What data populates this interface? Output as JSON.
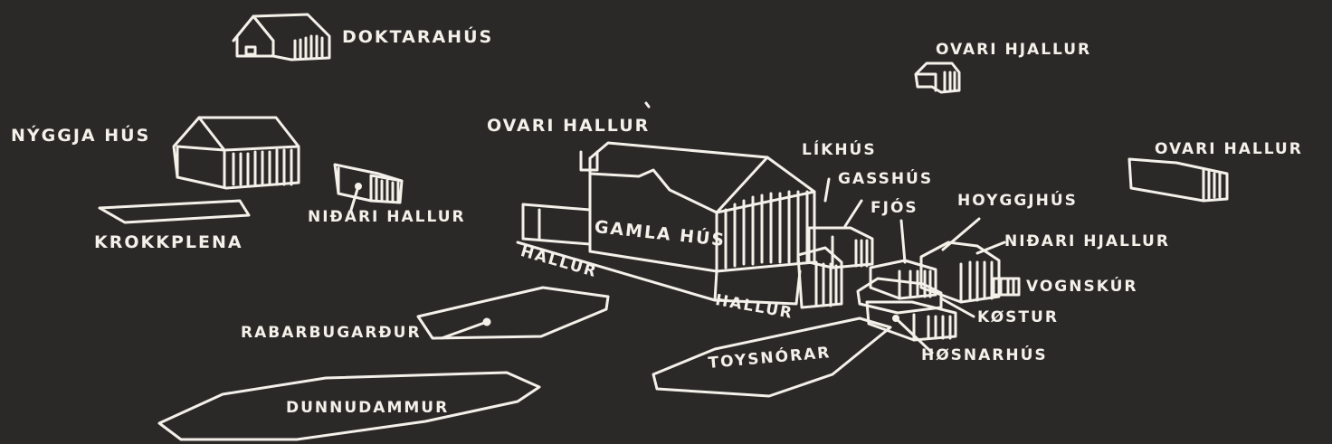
{
  "colors": {
    "background": "#2b2928",
    "ink": "#f4f1ea"
  },
  "labels": {
    "doktarahus": "DOKTARAHÚS",
    "ovari_hjallur": "OVARI HJALLUR",
    "nyggja_hus": "NÝGGJA HÚS",
    "ovari_hallur_center": "OVARI HALLUR",
    "ovari_hallur_right": "OVARI HALLUR",
    "likhus": "LÍKHÚS",
    "gasshus": "GASSHÚS",
    "fjos": "FJÓS",
    "hoyggjhus": "HOYGGJHÚS",
    "nidari_hjallur": "NIÐARI HJALLUR",
    "vognskur": "VOGNSKÚR",
    "kostur": "KØSTUR",
    "hosnarhus": "HØSNARHÚS",
    "nidari_hallur": "NIÐARI HALLUR",
    "krokkplena": "KROKKPLENA",
    "gamla_hus": "GAMLA HÚS",
    "hallur_left": "HALLUR",
    "hallur_right": "HALLUR",
    "rabarbugardur": "RABARBUGARÐUR",
    "toysnorar": "TOYSNÓRAR",
    "dunnudammur": "DUNNUDAMMUR"
  }
}
